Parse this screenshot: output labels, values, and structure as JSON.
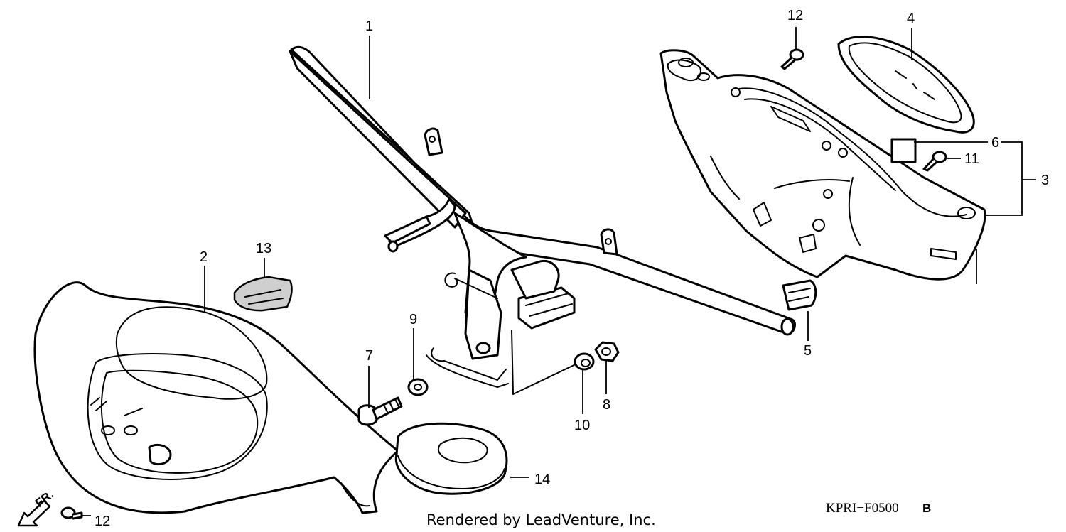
{
  "diagram": {
    "callouts": [
      {
        "id": "c1",
        "label": "1"
      },
      {
        "id": "c2",
        "label": "2"
      },
      {
        "id": "c3",
        "label": "3"
      },
      {
        "id": "c4",
        "label": "4"
      },
      {
        "id": "c5",
        "label": "5"
      },
      {
        "id": "c6",
        "label": "6"
      },
      {
        "id": "c7",
        "label": "7"
      },
      {
        "id": "c8",
        "label": "8"
      },
      {
        "id": "c9",
        "label": "9"
      },
      {
        "id": "c10",
        "label": "10"
      },
      {
        "id": "c11",
        "label": "11"
      },
      {
        "id": "c12a",
        "label": "12"
      },
      {
        "id": "c12b",
        "label": "12"
      },
      {
        "id": "c13",
        "label": "13"
      },
      {
        "id": "c14",
        "label": "14"
      }
    ],
    "direction_label": "FR.",
    "footer_text": "Rendered by LeadVenture, Inc.",
    "diagram_code": "KPRI−F0500",
    "diagram_code_suffix": "B"
  }
}
